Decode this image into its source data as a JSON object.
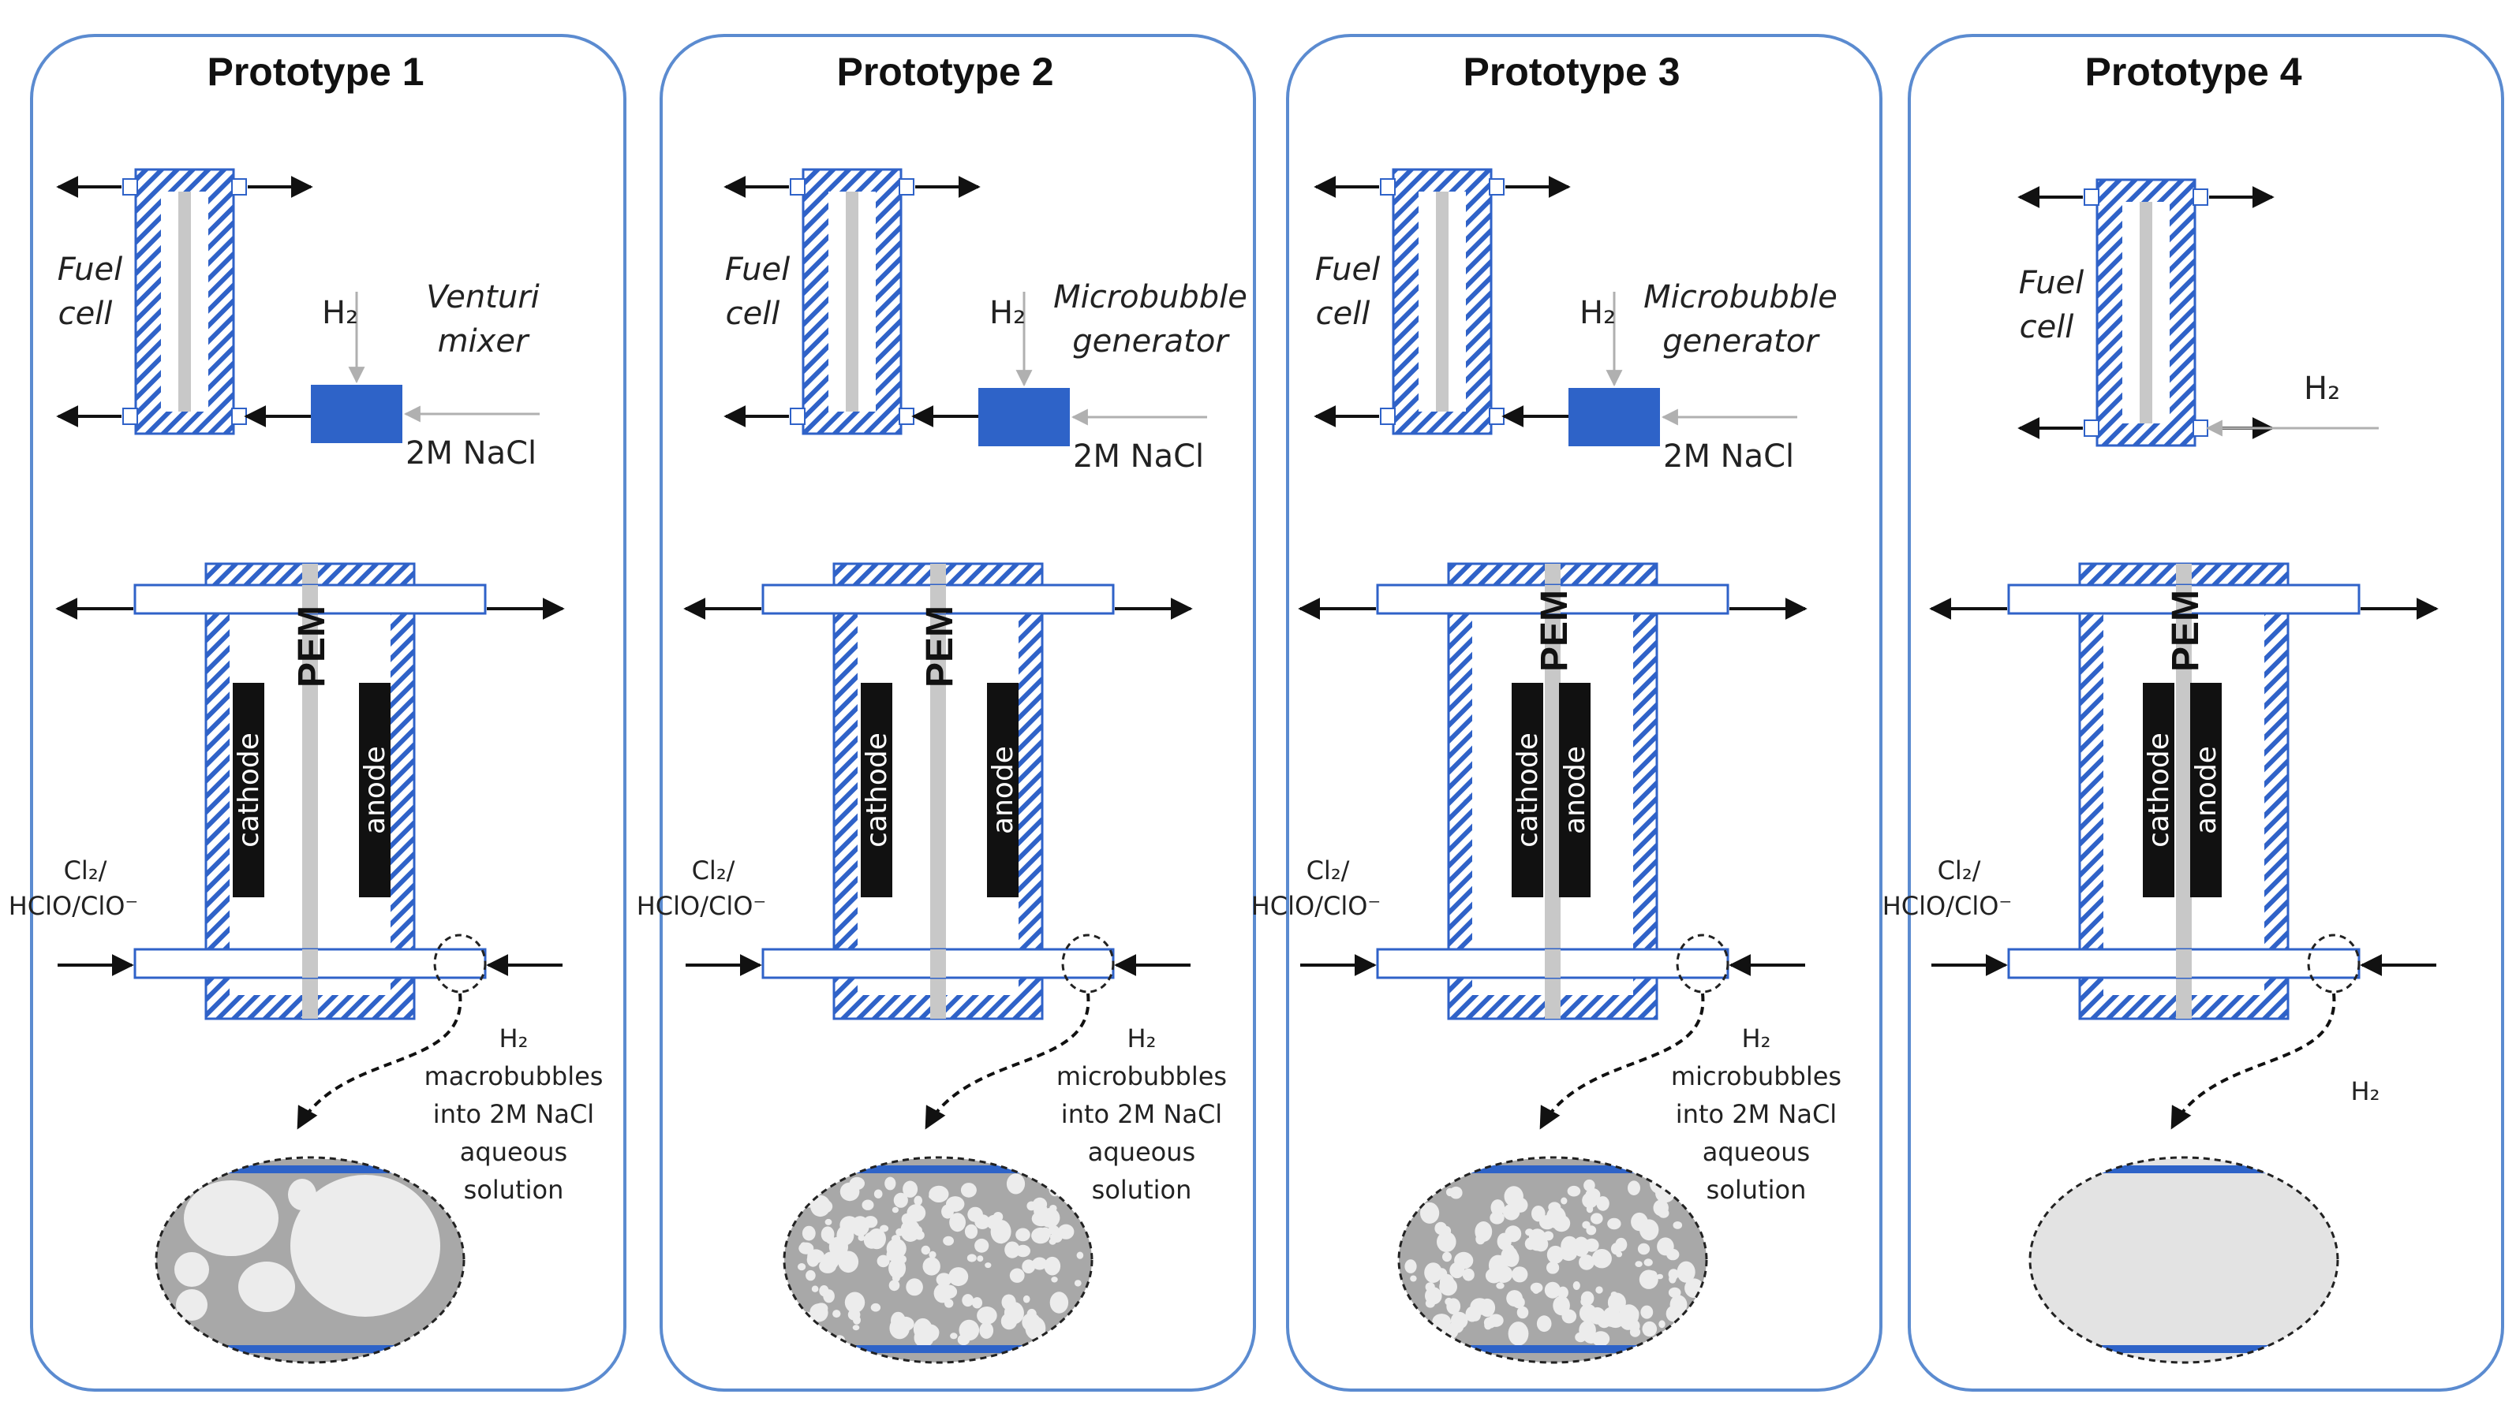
{
  "prototypes": [
    {
      "title": "Prototype 1",
      "fuel_cell": [
        "Fuel",
        "cell"
      ],
      "mixer": [
        "Venturi",
        "mixer"
      ],
      "h2": "H₂",
      "nacl": "2M NaCl",
      "pem": "PEM",
      "cathode": "cathode",
      "anode": "anode",
      "cl": [
        "Cl₂/",
        "HClO/ClO⁻"
      ],
      "note": [
        "H₂",
        "macrobubbles",
        "into 2M NaCl",
        "aqueous",
        "solution"
      ]
    },
    {
      "title": "Prototype 2",
      "fuel_cell": [
        "Fuel",
        "cell"
      ],
      "mixer": [
        "Microbubble",
        "generator"
      ],
      "h2": "H₂",
      "nacl": "2M NaCl",
      "pem": "PEM",
      "cathode": "cathode",
      "anode": "anode",
      "cl": [
        "Cl₂/",
        "HClO/ClO⁻"
      ],
      "note": [
        "H₂",
        "microbubbles",
        "into 2M NaCl",
        "aqueous",
        "solution"
      ]
    },
    {
      "title": "Prototype 3",
      "fuel_cell": [
        "Fuel",
        "cell"
      ],
      "mixer": [
        "Microbubble",
        "generator"
      ],
      "h2": "H₂",
      "nacl": "2M NaCl",
      "pem": "PEM",
      "cathode": "cathode",
      "anode": "anode",
      "cl": [
        "Cl₂/",
        "HClO/ClO⁻"
      ],
      "note": [
        "H₂",
        "microbubbles",
        "into 2M NaCl",
        "aqueous",
        "solution"
      ]
    },
    {
      "title": "Prototype 4",
      "fuel_cell": [
        "Fuel",
        "cell"
      ],
      "h2": "H₂",
      "pem": "PEM",
      "cathode": "cathode",
      "anode": "anode",
      "cl": [
        "Cl₂/",
        "HClO/ClO⁻"
      ],
      "note": [
        "H₂"
      ]
    }
  ],
  "colors": {
    "panel_border": "#5b8bd0",
    "hatch_blue": "#2f62c8",
    "block_blue": "#2e63c8",
    "pem_gray": "#c8c8c8",
    "electrode": "#111111",
    "zoom_fill": "#a8a8a8",
    "bubble": "#ececec",
    "h2_only_fill": "#e3e3e3"
  }
}
